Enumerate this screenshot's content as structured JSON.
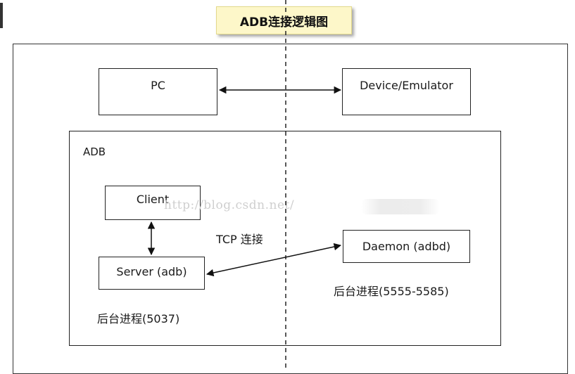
{
  "title": "ADB连接逻辑图",
  "nodes": {
    "pc": "PC",
    "device": "Device/Emulator",
    "adb": "ADB",
    "client": "Client",
    "server": "Server (adb)",
    "daemon": "Daemon (adbd)"
  },
  "labels": {
    "tcp": "TCP 连接",
    "server_process": "后台进程(5037)",
    "daemon_process": "后台进程(5555-5585)"
  },
  "watermark": "http://blog.csdn.net/",
  "colors": {
    "title_bg": "#fdf7c9",
    "border": "#222222",
    "watermark": "#cfcfcf"
  }
}
